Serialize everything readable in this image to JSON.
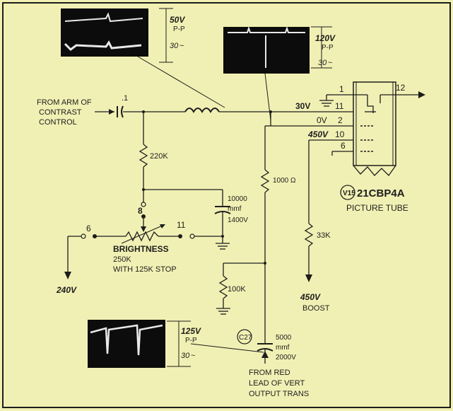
{
  "colors": {
    "background": "#f1f0b4",
    "ink": "#1d1d1d",
    "scope_screen": "#0c0c0c",
    "trace": "#e8e8e8"
  },
  "scope_top": {
    "voltage": "50V",
    "pp": "P-P",
    "rate": "30",
    "rate_symbol": "~"
  },
  "scope_mid": {
    "voltage": "120V",
    "pp": "P-P",
    "rate": "30",
    "rate_symbol": "~"
  },
  "scope_bottom": {
    "voltage": "125V",
    "pp": "P-P",
    "rate": "30",
    "rate_symbol": "~"
  },
  "input": {
    "line1": "FROM ARM OF",
    "line2": "CONTRAST",
    "line3": "CONTROL"
  },
  "coupling_cap": {
    "value": ".1"
  },
  "r_220k": {
    "value": "220K"
  },
  "r_1000": {
    "value": "1000 Ω"
  },
  "r_33k": {
    "value": "33K"
  },
  "r_100k": {
    "value": "100K"
  },
  "cap_10000": {
    "line1": "10000",
    "line2": "mmf",
    "line3": "1400V"
  },
  "cap_c27": {
    "ref": "C27",
    "line1": "5000",
    "line2": "mmf",
    "line3": "2000V"
  },
  "brightness": {
    "title": "BRIGHTNESS",
    "line1": "250K",
    "line2": "WITH 125K STOP",
    "pin_left": "6",
    "pin_top": "8",
    "pin_right": "11"
  },
  "supply_240": {
    "value": "240V"
  },
  "boost": {
    "value": "450V",
    "label": "BOOST"
  },
  "tube": {
    "ref": "V15",
    "type": "21CBP4A",
    "label": "PICTURE TUBE",
    "pin1": "1",
    "pin11": "11",
    "pin2": "2",
    "pin10": "10",
    "pin6": "6",
    "pin12": "12",
    "v30": "30V",
    "v0": "0V",
    "v450": "450V"
  },
  "from_red": {
    "line1": "FROM RED",
    "line2": "LEAD OF VERT",
    "line3": "OUTPUT TRANS"
  }
}
